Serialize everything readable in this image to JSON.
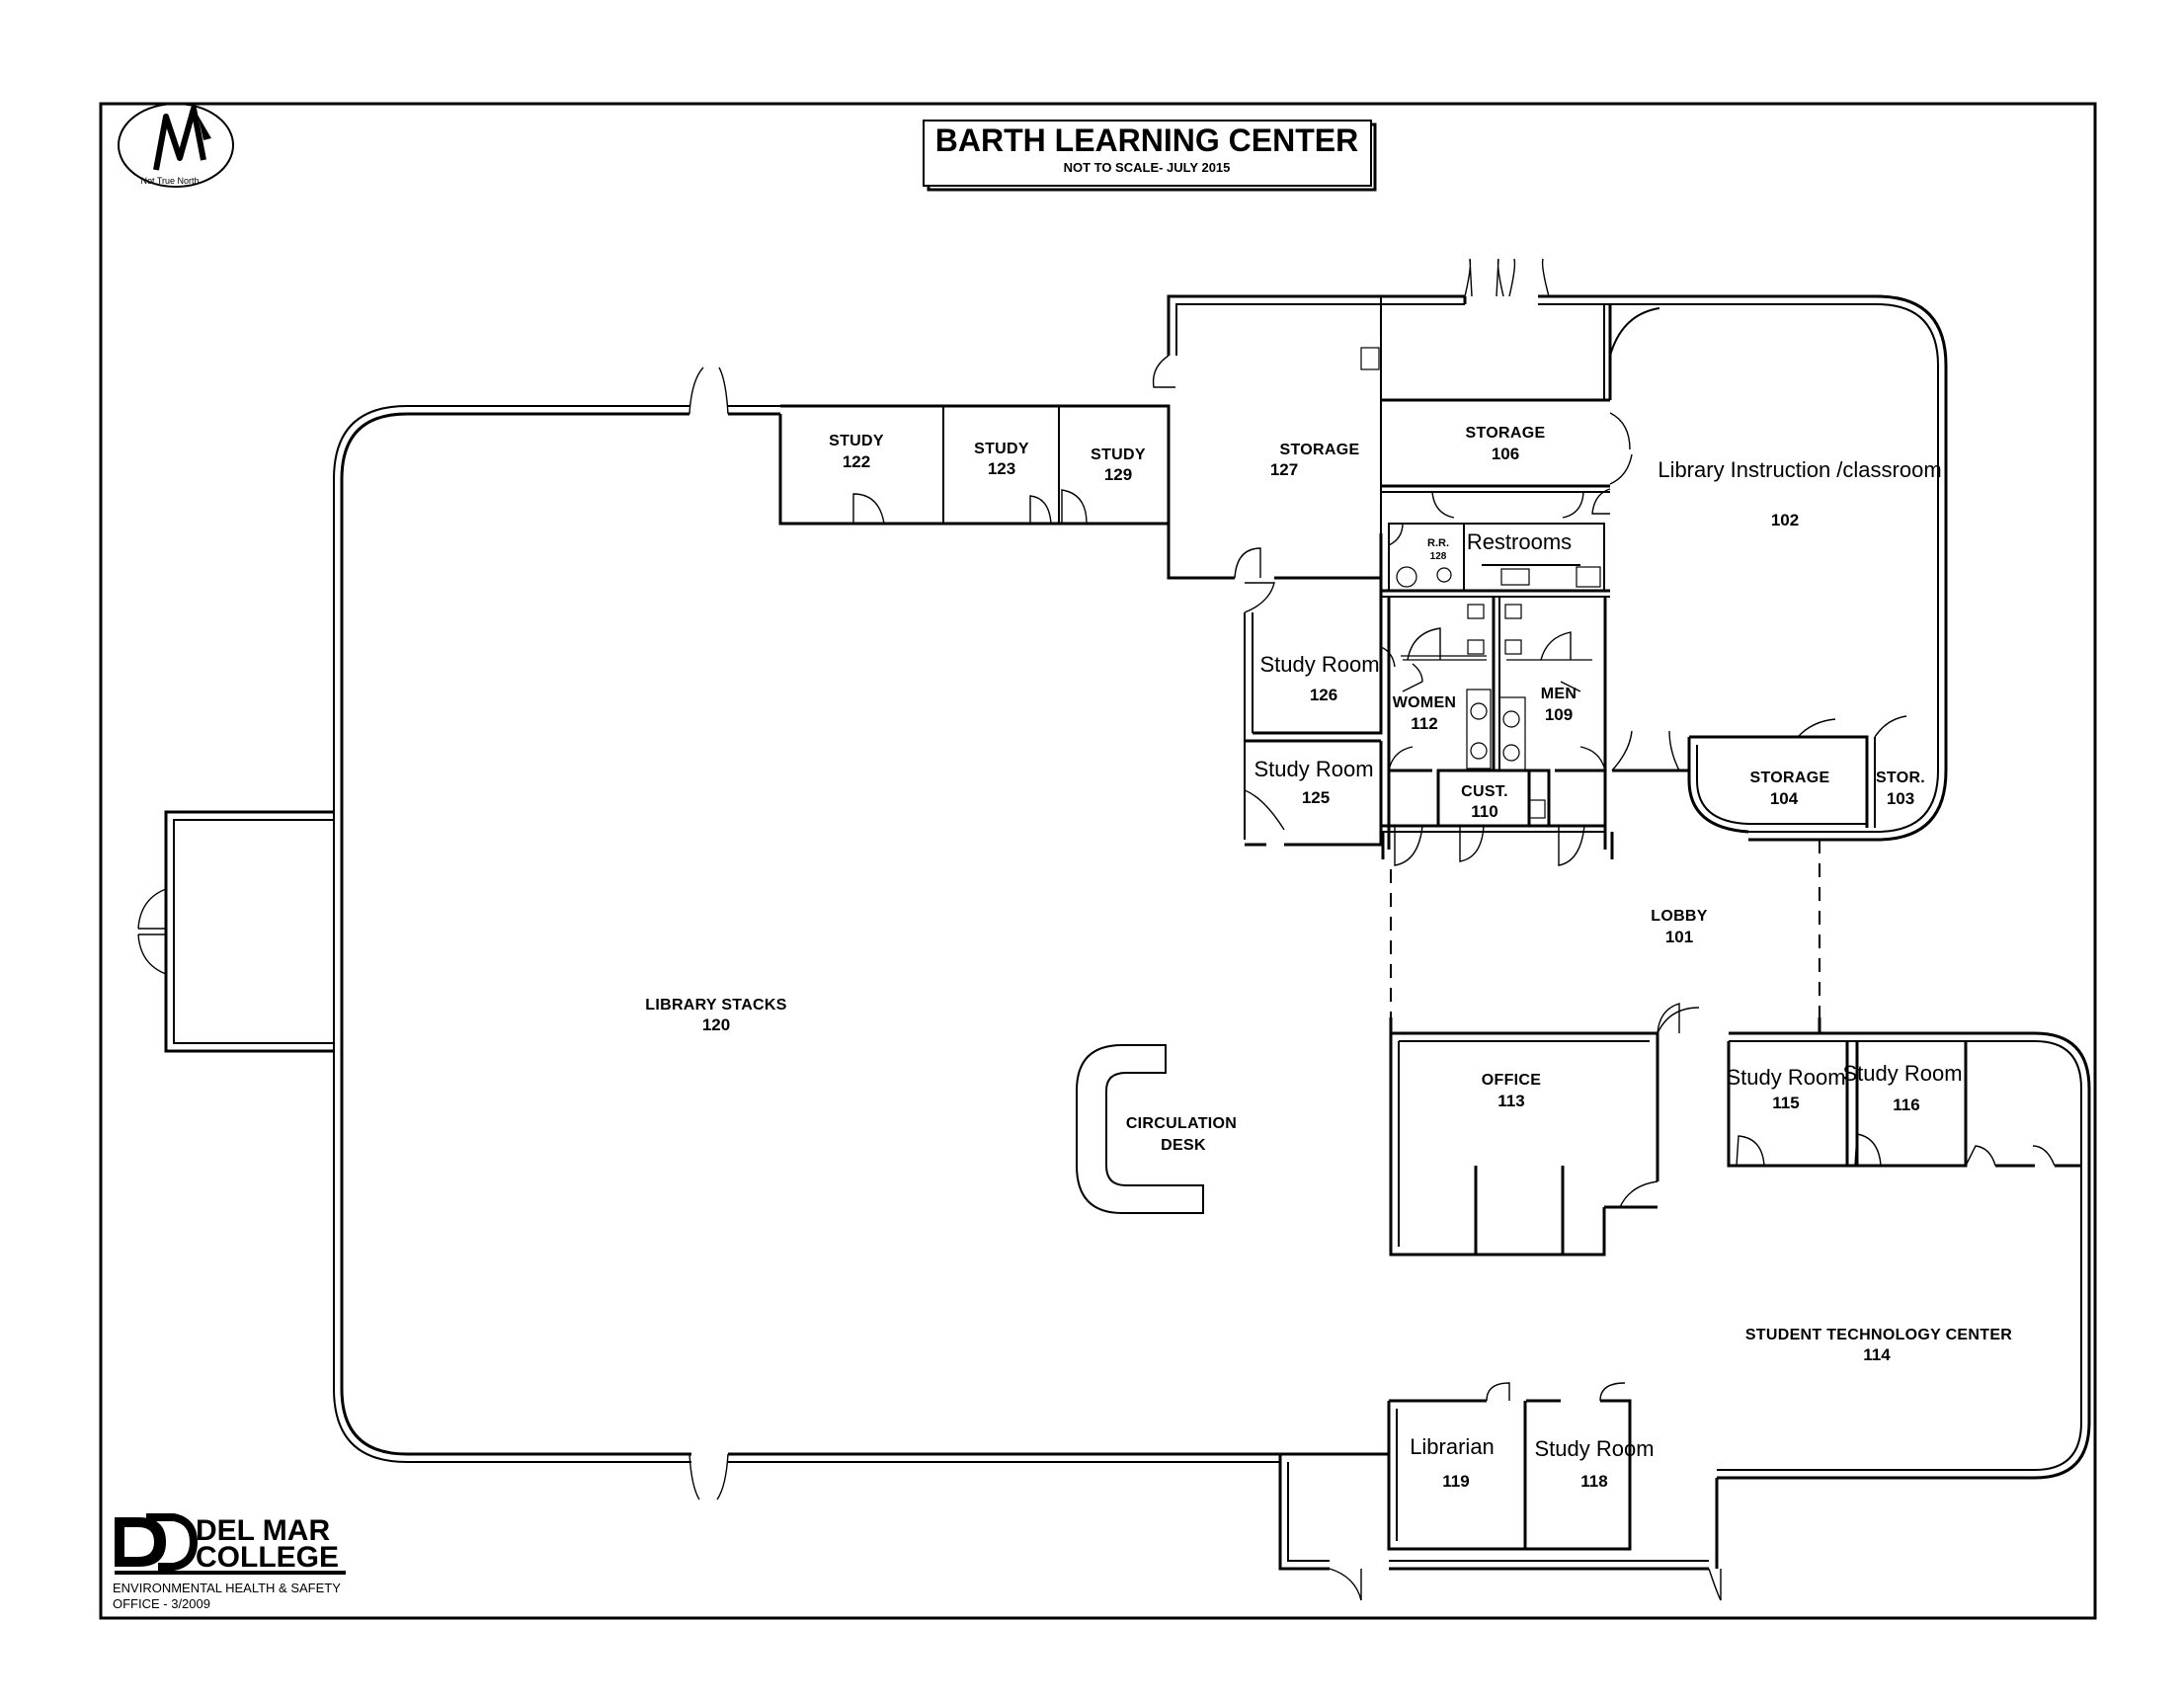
{
  "title": {
    "main": "Barth Learning Center",
    "subtitle": "Not to Scale- July 2015"
  },
  "north_logo": {
    "icon": "north-arrow-icon",
    "caption": "Not True North"
  },
  "footer": {
    "logo_name": "DEL MAR COLLEGE",
    "logo_line1": "DEL MAR",
    "logo_line2": "COLLEGE",
    "office_line1": "Environmental Health & Safety",
    "office_line2": "Office - 3/2009"
  },
  "rooms": [
    {
      "id": "study-122",
      "name": "Study",
      "number": "122"
    },
    {
      "id": "study-123",
      "name": "Study",
      "number": "123"
    },
    {
      "id": "study-129",
      "name": "Study",
      "number": "129"
    },
    {
      "id": "storage-127",
      "name": "Storage",
      "number": "127"
    },
    {
      "id": "storage-106",
      "name": "Storage",
      "number": "106"
    },
    {
      "id": "classroom-102",
      "name": "Library Instruction /classroom",
      "number": "102"
    },
    {
      "id": "rr-128",
      "name": "R.R.",
      "number": "128"
    },
    {
      "id": "restrooms",
      "name": "Restrooms",
      "number": ""
    },
    {
      "id": "study-room-126",
      "name": "Study Room",
      "number": "126"
    },
    {
      "id": "women-112",
      "name": "Women",
      "number": "112"
    },
    {
      "id": "men-109",
      "name": "Men",
      "number": "109"
    },
    {
      "id": "study-room-125",
      "name": "Study Room",
      "number": "125"
    },
    {
      "id": "cust-110",
      "name": "Cust.",
      "number": "110"
    },
    {
      "id": "storage-104",
      "name": "Storage",
      "number": "104"
    },
    {
      "id": "stor-103",
      "name": "Stor.",
      "number": "103"
    },
    {
      "id": "lobby-101",
      "name": "Lobby",
      "number": "101"
    },
    {
      "id": "library-stacks-120",
      "name": "Library Stacks",
      "number": "120"
    },
    {
      "id": "office-113",
      "name": "Office",
      "number": "113"
    },
    {
      "id": "study-room-115",
      "name": "Study Room",
      "number": "115"
    },
    {
      "id": "study-room-116",
      "name": "Study Room",
      "number": "116"
    },
    {
      "id": "circulation-desk",
      "name": "Circulation",
      "number": "Desk"
    },
    {
      "id": "student-tech-114",
      "name": "Student Technology Center",
      "number": "114"
    },
    {
      "id": "librarian-119",
      "name": "Librarian",
      "number": "119"
    },
    {
      "id": "study-room-118",
      "name": "Study Room",
      "number": "118"
    }
  ]
}
